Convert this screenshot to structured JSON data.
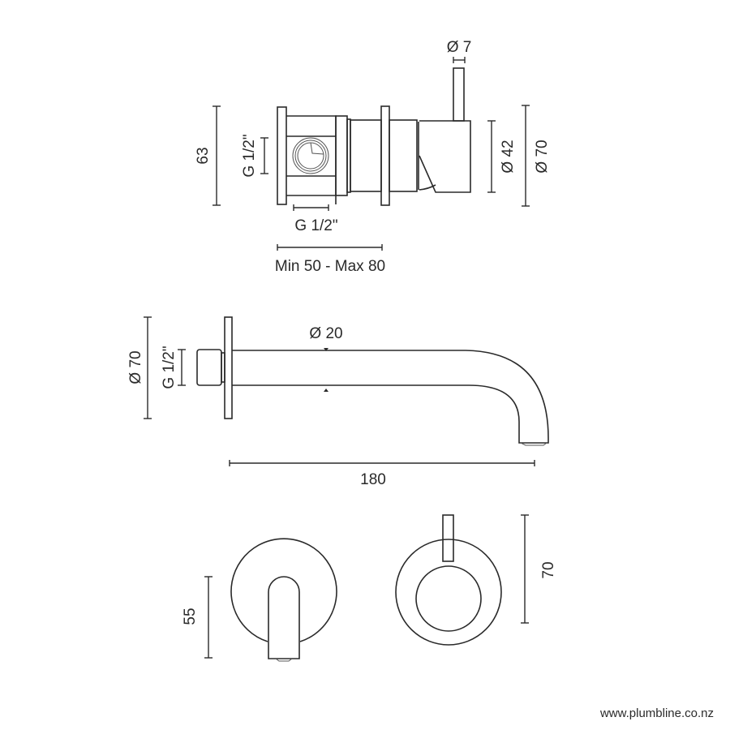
{
  "drawing": {
    "side_view_valve": {
      "handle_diameter": "Ø 7",
      "height": "63",
      "inlet_vertical": "G 1/2\"",
      "inlet_horizontal": "G 1/2\"",
      "depth_range": "Min 50 - Max 80",
      "body_diameter": "Ø 42",
      "plate_diameter": "Ø 70"
    },
    "side_view_spout": {
      "plate_diameter": "Ø 70",
      "inlet": "G 1/2\"",
      "spout_diameter": "Ø 20",
      "length": "180"
    },
    "front_view": {
      "spout_height": "55",
      "mixer_height": "70"
    }
  },
  "footer": {
    "website": "www.plumbline.co.nz"
  }
}
